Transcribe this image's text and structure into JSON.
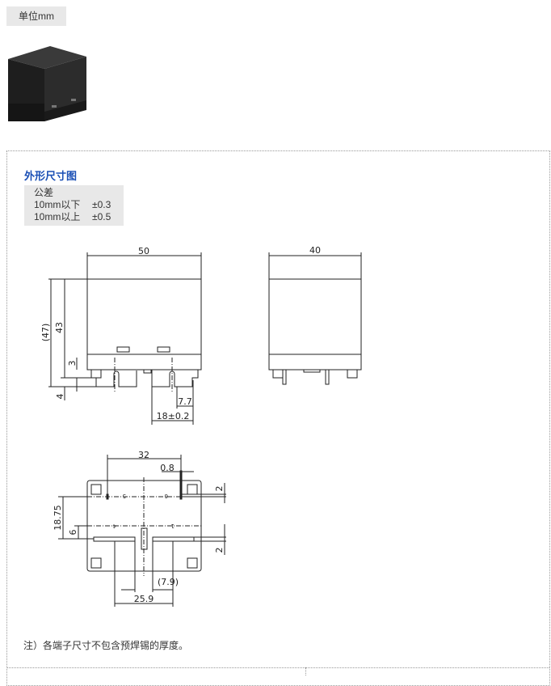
{
  "unit_label": "单位mm",
  "section_title": "外形尺寸图",
  "tolerance": {
    "heading": "公差",
    "rows": [
      {
        "range": "10mm以下",
        "value": "±0.3"
      },
      {
        "range": "10mm以上",
        "value": "±0.5"
      }
    ]
  },
  "front_view": {
    "width": "50",
    "height_total": "(47)",
    "height_body": "43",
    "dim_3": "3",
    "dim_4": "4",
    "dim_7_7": "7.7",
    "dim_18": "18±0.2"
  },
  "side_view": {
    "width": "40"
  },
  "bottom_view": {
    "dim_32": "32",
    "dim_0_8": "0.8",
    "dim_2_top": "2",
    "dim_18_75": "18.75",
    "dim_6": "6",
    "dim_2_bottom": "2",
    "dim_7_9": "(7.9)",
    "dim_25_9": "25.9",
    "pins": [
      "5",
      "6",
      "4",
      "1"
    ]
  },
  "note": "注）各端子尺寸不包含预焊锡的厚度。"
}
